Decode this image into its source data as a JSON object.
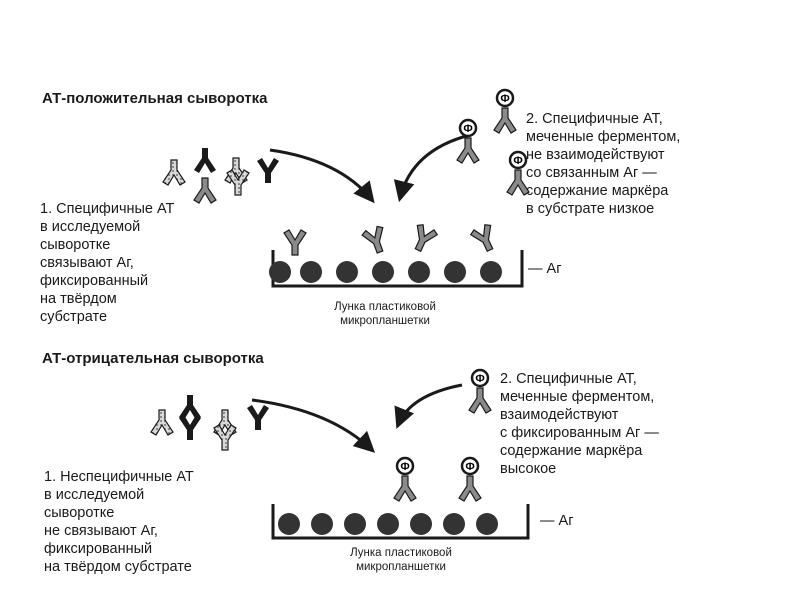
{
  "top": {
    "heading": "АТ-положительная сыворотка",
    "step1": "1. Специфичные АТ\nв исследуемой\nсыворотке\nсвязывают Аг,\nфиксированный\nна твёрдом\nсубстрате",
    "step2": "2. Специфичные АТ,\nмеченные ферментом,\nне взаимодействуют\nсо связанным Аг —\nсодержание маркёра\nв субстрате низкое",
    "well_caption": "Лунка пластиковой\nмикропланшетки",
    "antigen_label": "— Аг"
  },
  "bottom": {
    "heading": "АТ-отрицательная сыворотка",
    "step1": "1. Неспецифичные АТ\nв исследуемой\nсыворотке\nне связывают Аг,\nфиксированный\nна твёрдом субстрате",
    "step2": "2. Специфичные АТ,\nмеченные ферментом,\nвзаимодействуют\nс фиксированным Аг —\nсодержание маркёра\nвысокое",
    "well_caption": "Лунка пластиковой\nмикропланшетки",
    "antigen_label": "— Аг"
  },
  "enzyme_symbol": "Ф",
  "colors": {
    "ink": "#1a1a1a",
    "paper": "#ffffff",
    "grey": "#9a9a9a"
  }
}
